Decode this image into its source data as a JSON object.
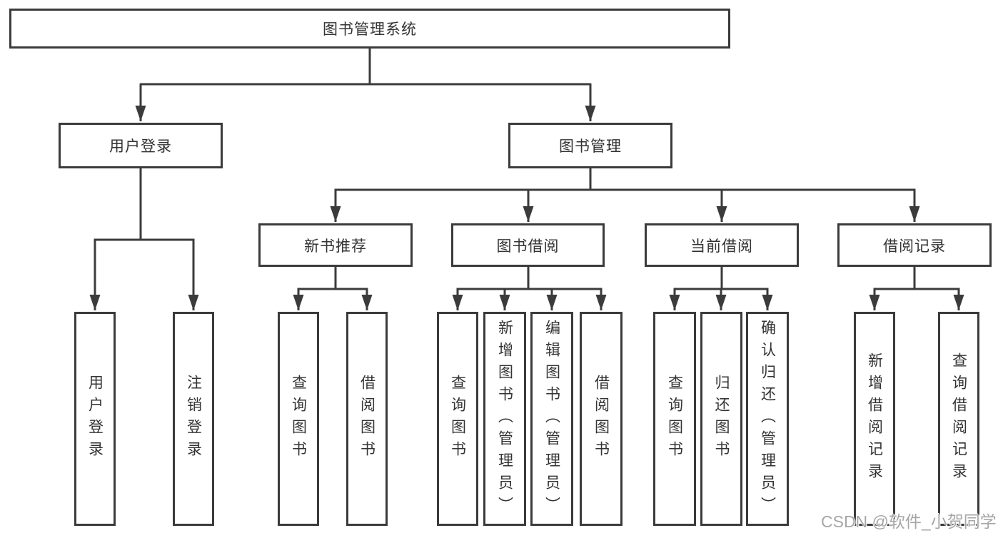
{
  "root": {
    "label": "图书管理系统"
  },
  "user_login_branch": {
    "label": "用户登录",
    "children": [
      {
        "label": "用户登录"
      },
      {
        "label": "注销登录"
      }
    ]
  },
  "book_mgmt_branch": {
    "label": "图书管理",
    "groups": [
      {
        "label": "新书推荐",
        "children": [
          {
            "label": "查询图书"
          },
          {
            "label": "借阅图书"
          }
        ]
      },
      {
        "label": "图书借阅",
        "children": [
          {
            "label": "查询图书"
          },
          {
            "label": "新增图书（管理员）"
          },
          {
            "label": "编辑图书（管理员）"
          },
          {
            "label": "借阅图书"
          }
        ]
      },
      {
        "label": "当前借阅",
        "children": [
          {
            "label": "查询图书"
          },
          {
            "label": "归还图书"
          },
          {
            "label": "确认归还（管理员）"
          }
        ]
      },
      {
        "label": "借阅记录",
        "children": [
          {
            "label": "新增借阅记录"
          },
          {
            "label": "查询借阅记录"
          }
        ]
      }
    ]
  },
  "watermark": {
    "text": "CSDN @软件_小贺同学"
  },
  "colors": {
    "line": "#3b3b3b",
    "text": "#333333",
    "watermark": "#a6a6a6",
    "background": "#ffffff"
  }
}
